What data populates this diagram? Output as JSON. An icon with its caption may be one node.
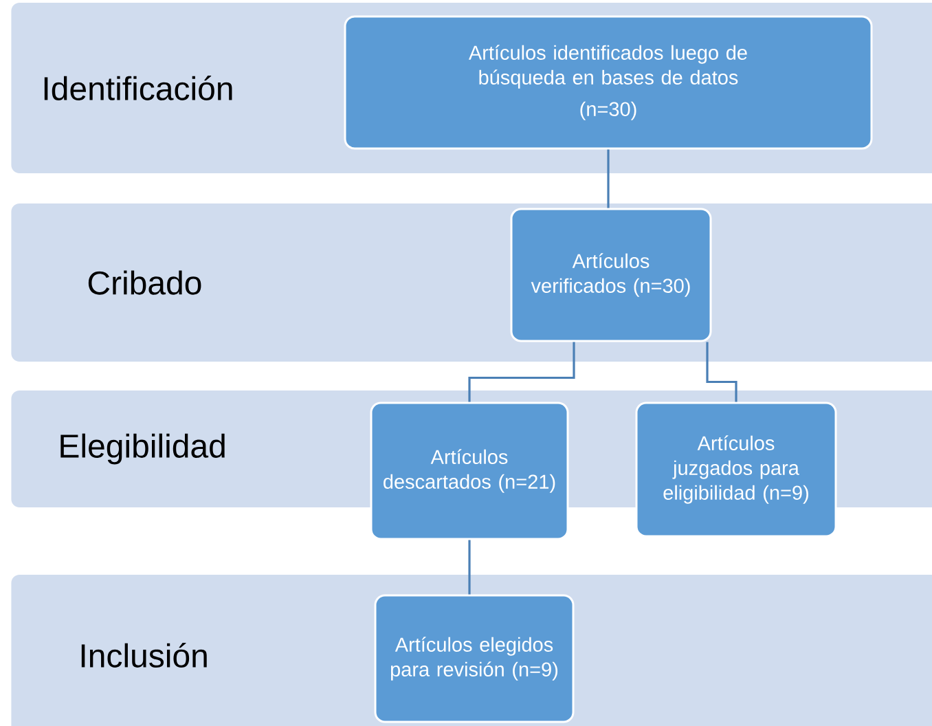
{
  "diagram": {
    "nodes": [
      {
        "text": [
          "Identificación"
        ]
      },
      {
        "text": [
          "Artículos identificados luego de búsqueda en bases de datos",
          "(n=30)"
        ],
        "in": 0
      },
      {
        "text": [
          "Cribado"
        ]
      },
      {
        "text": [
          "Artículos verificados (n=30)"
        ],
        "in": 2
      },
      {
        "text": [
          "Elegibilidad"
        ]
      },
      {
        "text": [
          "Artículos descartados (n=21)"
        ]
      },
      {
        "text": [
          "Artículos juzgados para eligibilidad (n=9)"
        ]
      },
      {
        "text": [
          "Inclusión"
        ]
      },
      {
        "text": [
          "Artículos elegidos para revisión (n=9)"
        ],
        "in": 7
      }
    ],
    "edges": [
      {
        "from": 1,
        "to": 3,
        "arrow": "none"
      },
      {
        "from": 3,
        "to": 5,
        "arrow": "none"
      },
      {
        "from": 3,
        "to": 6,
        "arrow": "none"
      },
      {
        "from": 5,
        "to": 8,
        "arrow": "none"
      }
    ]
  }
}
